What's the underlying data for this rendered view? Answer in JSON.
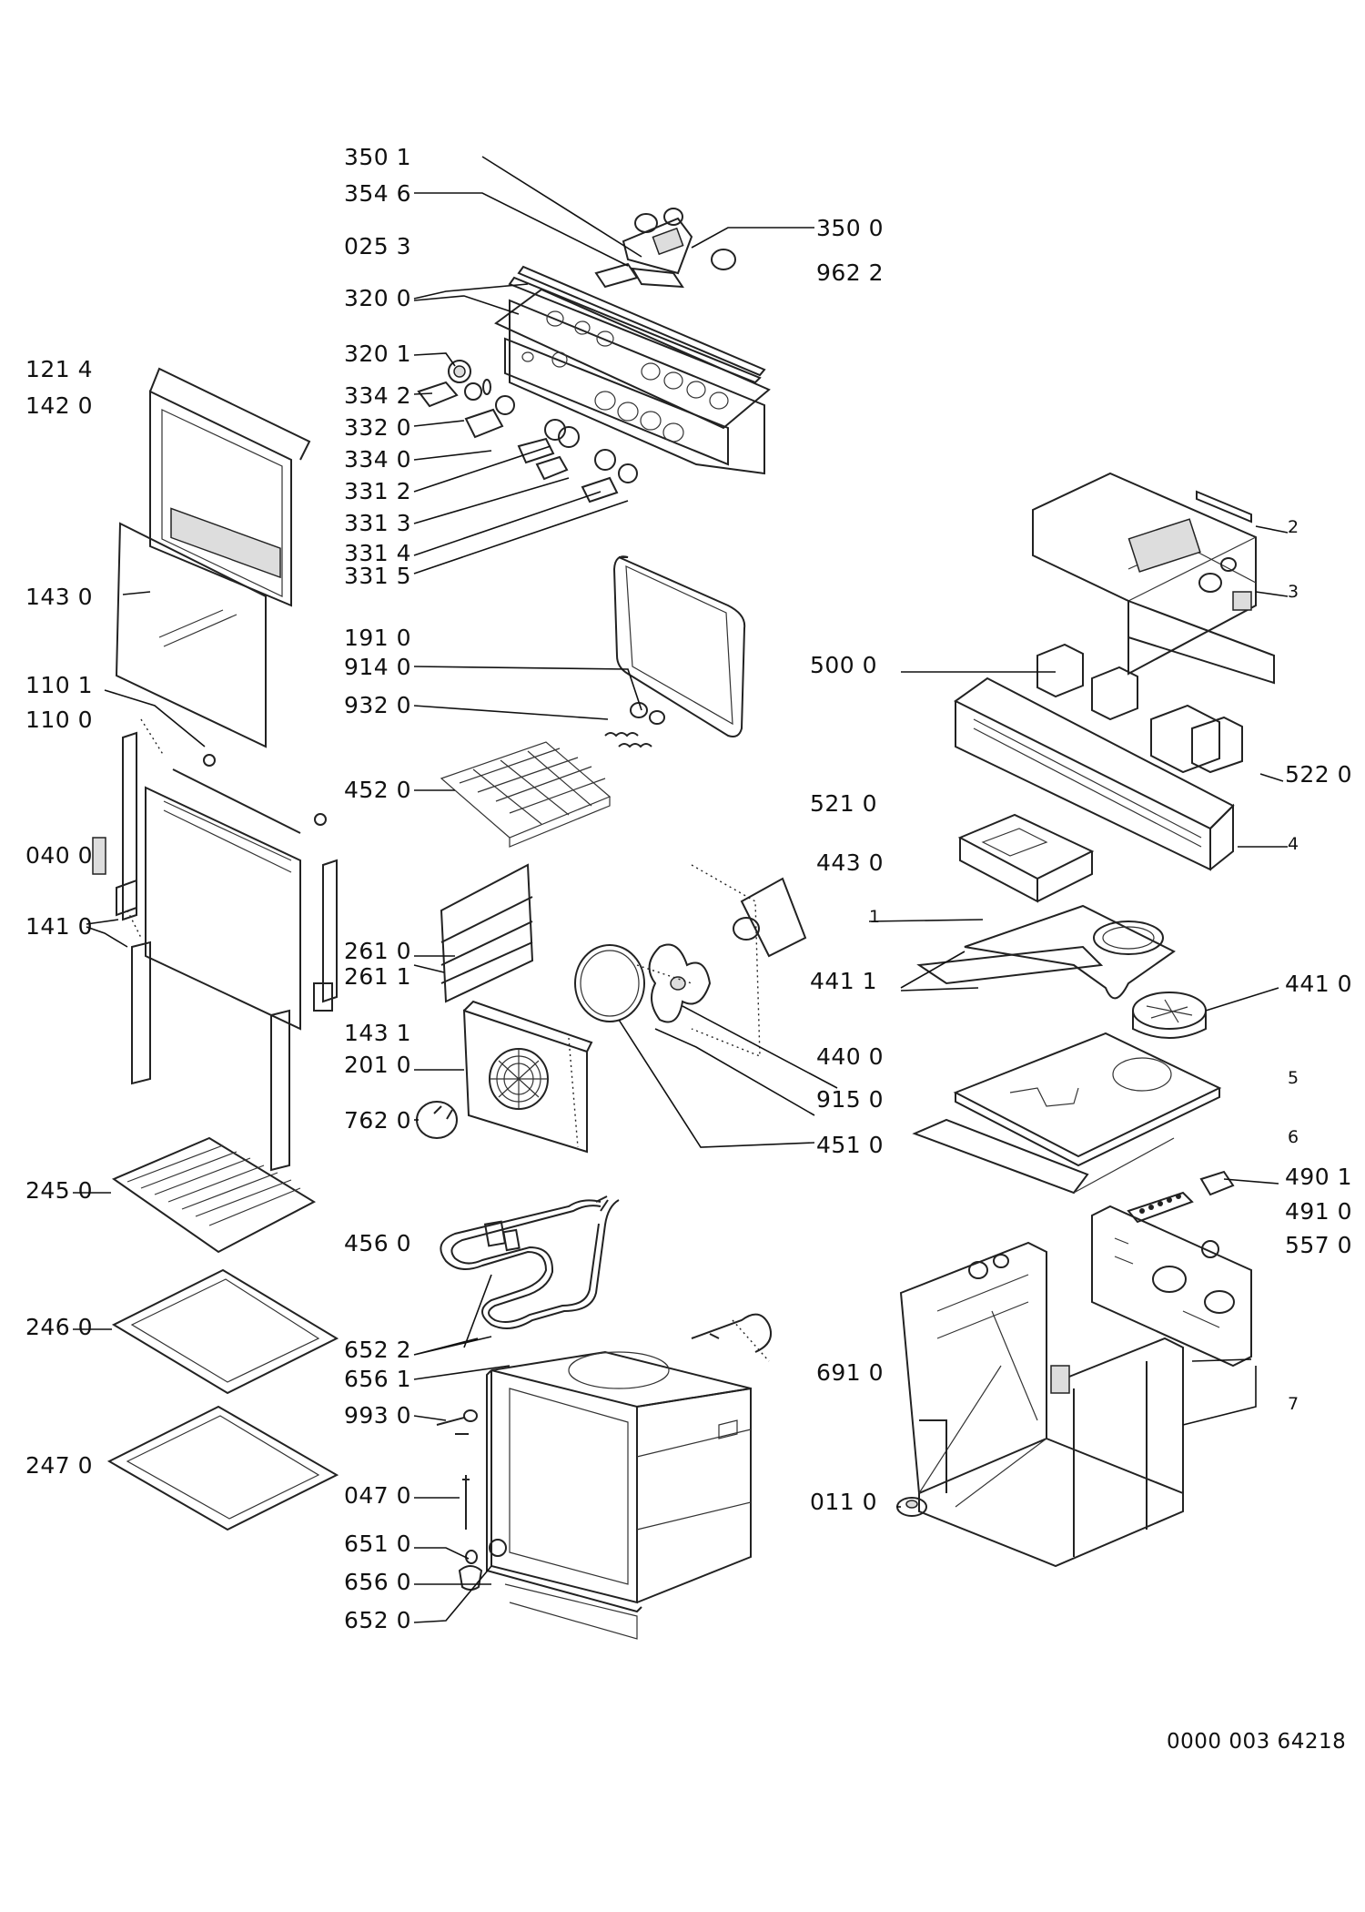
{
  "labels": {
    "l3501": "350 1",
    "l3546": "354 6",
    "l0253": "025 3",
    "l3200": "320 0",
    "l3201": "320 1",
    "l3342": "334 2",
    "l3320": "332 0",
    "l3340": "334 0",
    "l3312": "331 2",
    "l3313": "331 3",
    "l3314": "331 4",
    "l3315": "331 5",
    "l3500": "350 0",
    "l9622": "962 2",
    "l1214": "121 4",
    "l1420": "142 0",
    "l1430": "143 0",
    "l1101": "110 1",
    "l1100": "110 0",
    "l0400": "040 0",
    "l1410": "141 0",
    "l1910": "191 0",
    "l9140": "914 0",
    "l9320": "932 0",
    "l4520": "452 0",
    "l2610": "261 0",
    "l2611": "261 1",
    "l1431": "143 1",
    "l2010": "201 0",
    "l7620": "762 0",
    "l2450": "245 0",
    "l4560": "456 0",
    "l2460": "246 0",
    "l6522": "652 2",
    "l6561": "656 1",
    "l9930": "993 0",
    "l2470": "247 0",
    "l0470": "047 0",
    "l6510": "651 0",
    "l6560": "656 0",
    "l6520": "652 0",
    "l5000": "500 0",
    "l5220": "522 0",
    "l5210": "521 0",
    "l4430": "443 0",
    "l4411": "441 1",
    "l4410": "441 0",
    "l4400": "440 0",
    "l9150": "915 0",
    "l4510": "451 0",
    "l4901": "490 1",
    "l4910": "491 0",
    "l5570": "557 0",
    "l6910": "691 0",
    "l0110": "011 0",
    "n1": "1",
    "n2": "2",
    "n3": "3",
    "n4": "4",
    "n5": "5",
    "n6": "6",
    "n7": "7",
    "docnum": "0000 003 64218"
  }
}
